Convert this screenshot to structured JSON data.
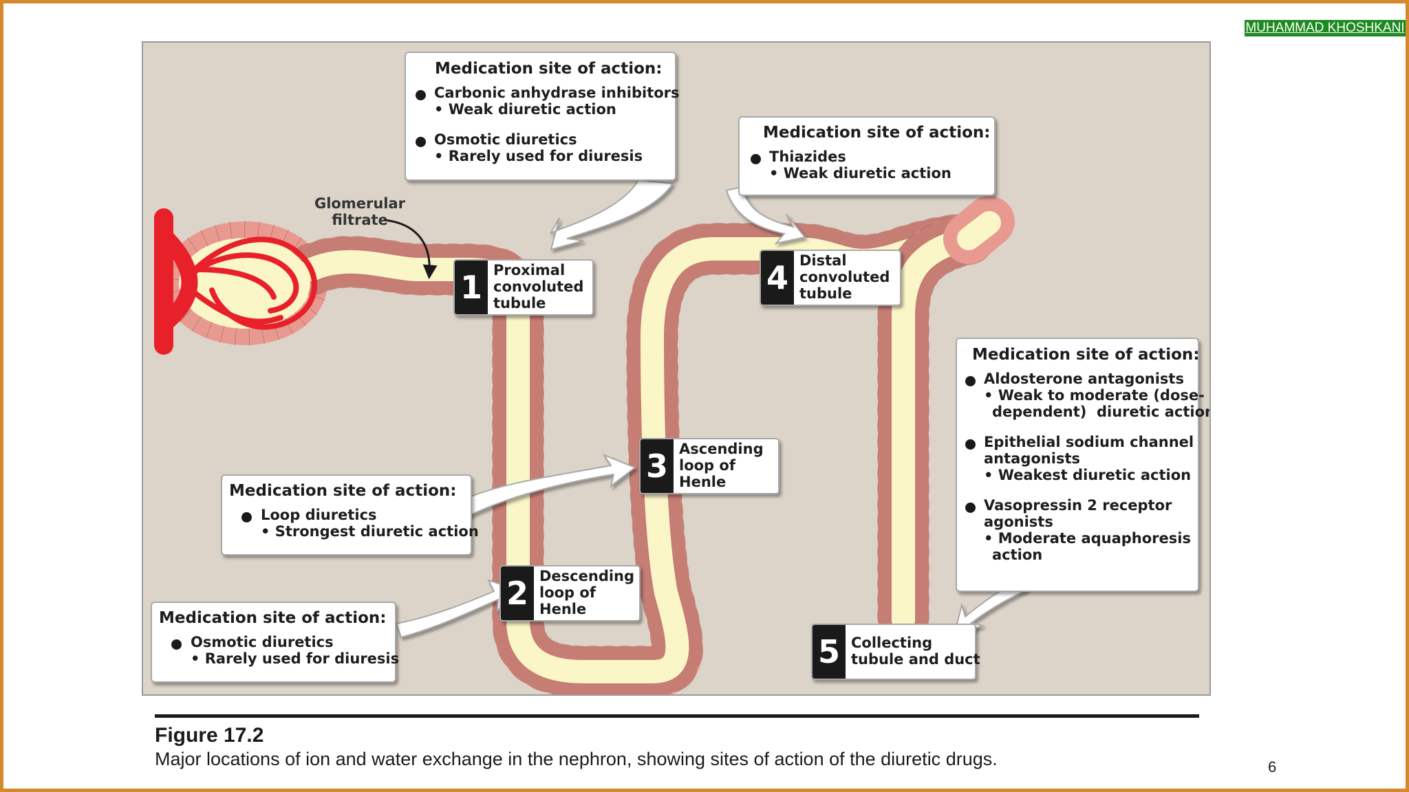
{
  "author": "MUHAMMAD KHOSHKANI",
  "figure": {
    "number": "Figure 17.2",
    "caption": "Major locations of ion and water exchange in the nephron, showing sites of action of the diuretic drugs."
  },
  "page_number": "6",
  "glomerulus_label": "Glomerular\nfiltrate",
  "colors": {
    "frame": "#d4892d",
    "author_badge": "#1d8a21",
    "diagram_background": "#ddd4c9",
    "tubule_wall": "#e89a90",
    "lumen": "#fbf6c8",
    "glomerulus": "#e8202a"
  },
  "segments": [
    {
      "number": "1",
      "name": "Proximal\nconvoluted\ntubule"
    },
    {
      "number": "2",
      "name": "Descending\nloop of\nHenle"
    },
    {
      "number": "3",
      "name": "Ascending\nloop of\nHenle"
    },
    {
      "number": "4",
      "name": "Distal\nconvoluted\ntubule"
    },
    {
      "number": "5",
      "name": "Collecting\ntubule and duct"
    }
  ],
  "medication_boxes": {
    "proximal": {
      "heading": "Medication site of action:",
      "drugs": [
        {
          "name": "Carbonic anhydrase inhibitors",
          "effects": [
            "• Weak diuretic action"
          ]
        },
        {
          "name": "Osmotic diuretics",
          "effects": [
            "• Rarely used for diuresis"
          ]
        }
      ]
    },
    "distal": {
      "heading": "Medication site of action:",
      "drugs": [
        {
          "name": "Thiazides",
          "effects": [
            "• Weak diuretic action"
          ]
        }
      ]
    },
    "ascending": {
      "heading": "Medication site of action:",
      "drugs": [
        {
          "name": "Loop diuretics",
          "effects": [
            "• Strongest diuretic action"
          ]
        }
      ]
    },
    "descending": {
      "heading": "Medication site of action:",
      "drugs": [
        {
          "name": "Osmotic diuretics",
          "effects": [
            "• Rarely used for diuresis"
          ]
        }
      ]
    },
    "collecting": {
      "heading": "Medication site of action:",
      "drugs": [
        {
          "name": "Aldosterone antagonists",
          "effects": [
            "• Weak to moderate (dose-\ndependent)  diuretic action"
          ]
        },
        {
          "name": "Epithelial sodium channel\nantagonists",
          "effects": [
            "• Weakest diuretic action"
          ]
        },
        {
          "name": "Vasopressin 2 receptor\nagonists",
          "effects": [
            "• Moderate aquaphoresis\naction"
          ]
        }
      ]
    }
  }
}
